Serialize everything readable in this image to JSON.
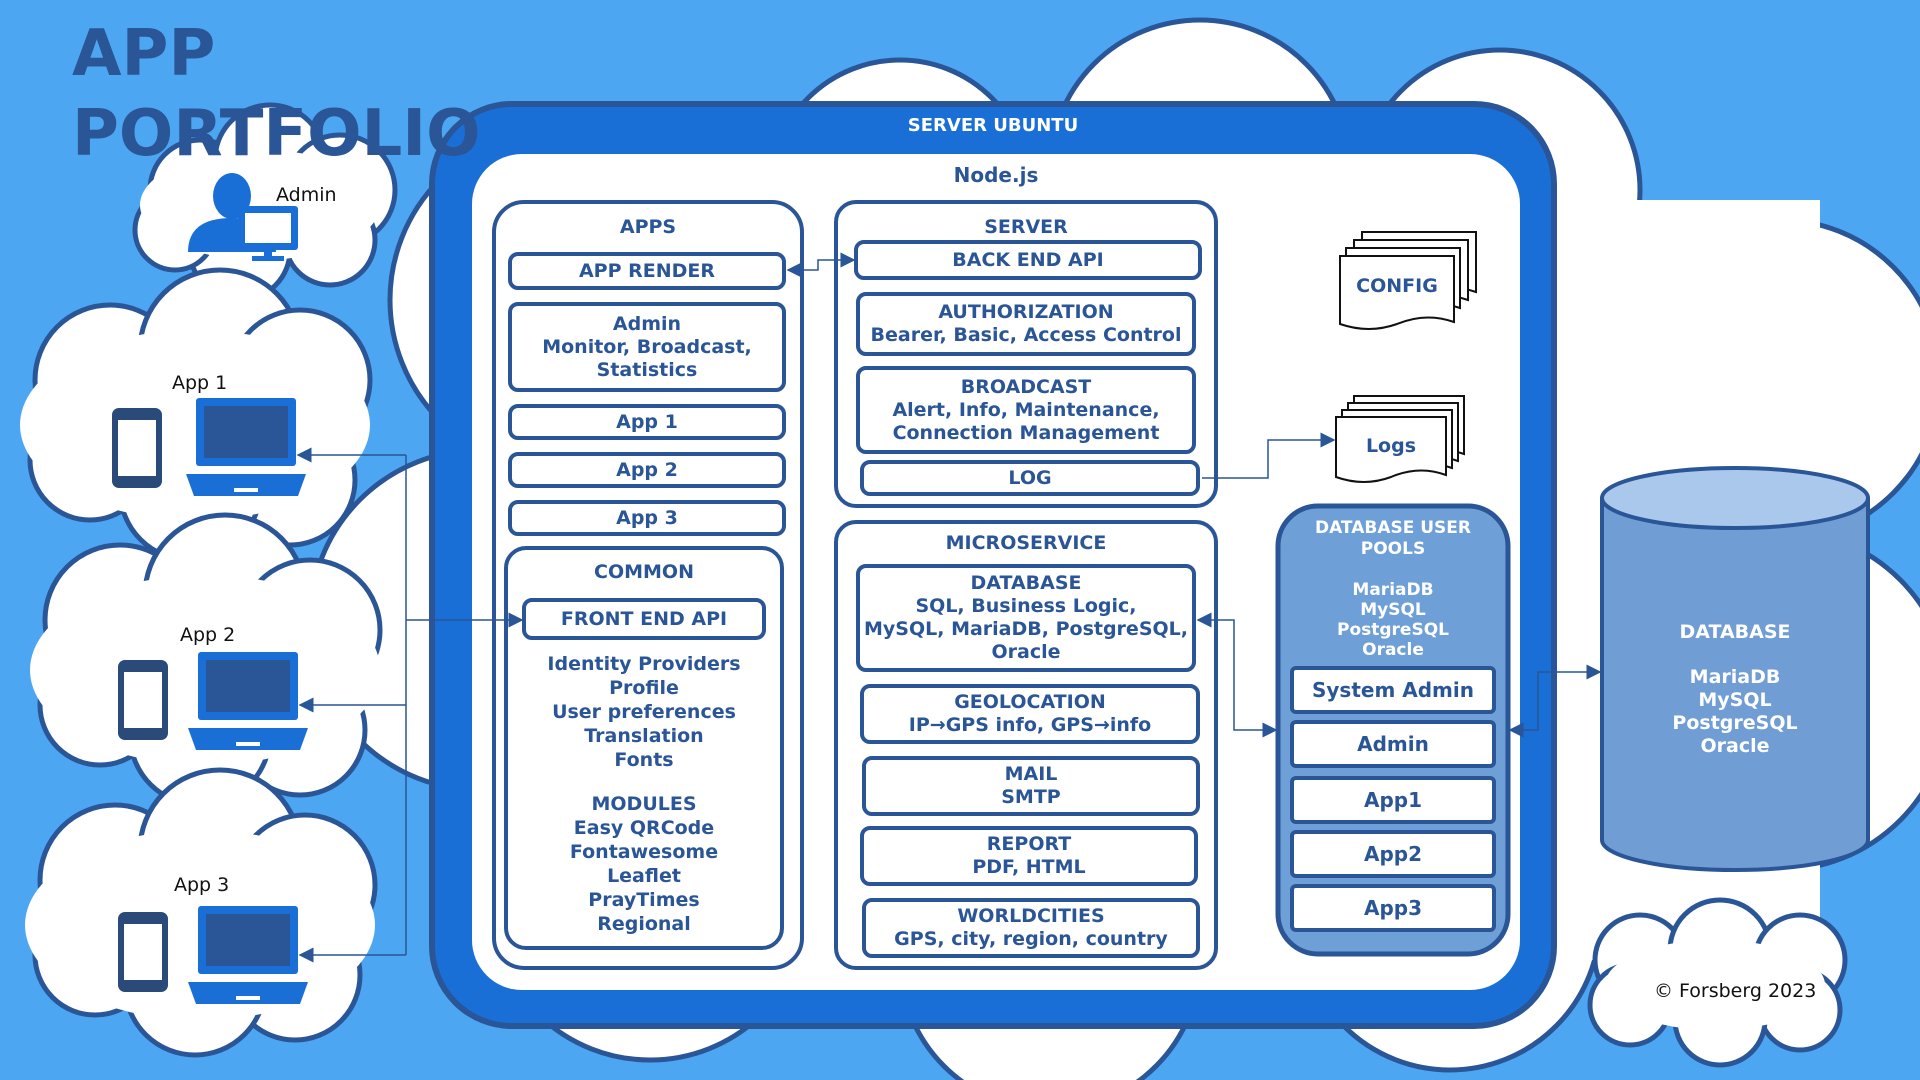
{
  "title": "APP PORTFOLIO",
  "clients": {
    "admin_label": "Admin",
    "app1_label": "App 1",
    "app2_label": "App 2",
    "app3_label": "App 3"
  },
  "server": {
    "title": "SERVER UBUNTU",
    "runtime": "Node.js"
  },
  "apps_panel": {
    "title": "APPS",
    "render": "APP RENDER",
    "admin": "Admin\nMonitor, Broadcast,\nStatistics",
    "app1": "App 1",
    "app2": "App 2",
    "app3": "App 3"
  },
  "common_panel": {
    "title": "COMMON",
    "frontend_api": "FRONT END API",
    "features": "Identity Providers\nProfile\nUser preferences\nTranslation\nFonts",
    "modules": "MODULES\nEasy QRCode\nFontawesome\nLeaflet\nPrayTimes\nRegional"
  },
  "server_panel": {
    "title": "SERVER",
    "backend_api": "BACK END API",
    "authorization": "AUTHORIZATION\nBearer, Basic, Access Control",
    "broadcast": "BROADCAST\nAlert, Info, Maintenance,\nConnection Management",
    "log": "LOG"
  },
  "microservice_panel": {
    "title": "MICROSERVICE",
    "database": "DATABASE\nSQL, Business Logic,\nMySQL, MariaDB, PostgreSQL,\nOracle",
    "geolocation": "GEOLOCATION\nIP→GPS info, GPS→info",
    "mail": "MAIL\nSMTP",
    "report": "REPORT\nPDF, HTML",
    "worldcities": "WORLDCITIES\nGPS, city, region, country"
  },
  "files": {
    "config": "CONFIG",
    "logs": "Logs"
  },
  "db_pools": {
    "title": "DATABASE USER\nPOOLS",
    "engines": "MariaDB\nMySQL\nPostgreSQL\nOracle",
    "items": [
      "System Admin",
      "Admin",
      "App1",
      "App2",
      "App3"
    ]
  },
  "database": {
    "title": "DATABASE",
    "engines": "MariaDB\nMySQL\nPostgreSQL\nOracle"
  },
  "copyright": "© Forsberg 2023",
  "colors": {
    "background": "#4da6f2",
    "frame": "#1a6fd6",
    "ink": "#2a5596",
    "pool_panel": "#6e9fd6",
    "cylinder": "#6f9dd4"
  }
}
